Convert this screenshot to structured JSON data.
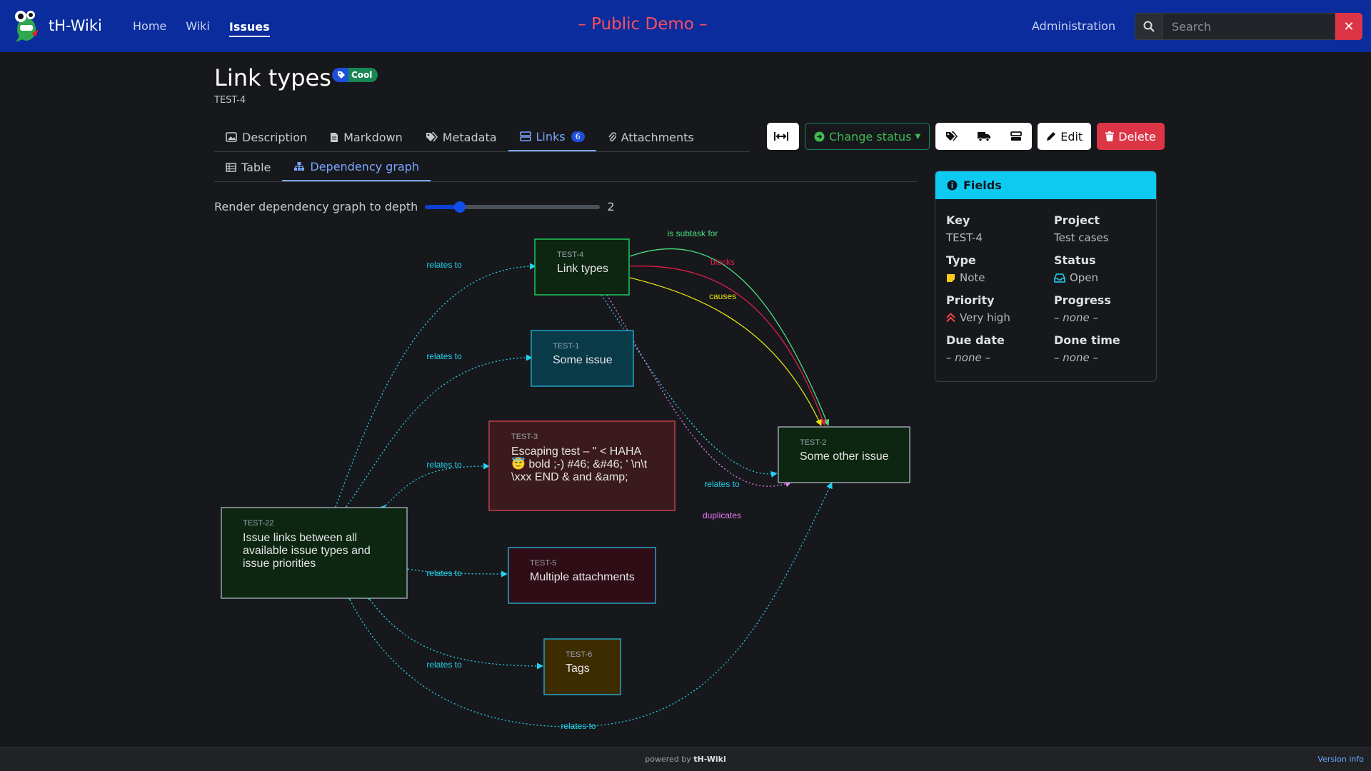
{
  "nav": {
    "brand": "tH-Wiki",
    "links": [
      "Home",
      "Wiki",
      "Issues"
    ],
    "banner": "– Public Demo –",
    "admin": "Administration",
    "search_placeholder": "Search"
  },
  "issue": {
    "title": "Link types",
    "tag": "Cool",
    "key": "TEST-4"
  },
  "tabs": [
    {
      "label": "Description",
      "icon": "image-icon"
    },
    {
      "label": "Markdown",
      "icon": "file-icon"
    },
    {
      "label": "Metadata",
      "icon": "tags-icon"
    },
    {
      "label": "Links",
      "icon": "links-icon",
      "count": "6"
    },
    {
      "label": "Attachments",
      "icon": "paperclip-icon"
    }
  ],
  "subtabs": [
    {
      "label": "Table",
      "icon": "table-icon"
    },
    {
      "label": "Dependency graph",
      "icon": "sitemap-icon"
    }
  ],
  "toolbar": {
    "change_status": "Change status",
    "edit": "Edit",
    "delete": "Delete"
  },
  "depth": {
    "label": "Render dependency graph to depth",
    "value": "2",
    "fraction": 0.2
  },
  "graph": {
    "nodes": [
      {
        "key": "TEST-4",
        "lines": [
          "Link types"
        ]
      },
      {
        "key": "TEST-1",
        "lines": [
          "Some issue"
        ]
      },
      {
        "key": "TEST-3",
        "lines": [
          "Escaping test – \" < HAHA",
          "😇 bold ;-) #46; &#46; ' \\n\\t",
          "\\xxx END & and &amp;"
        ]
      },
      {
        "key": "TEST-2",
        "lines": [
          "Some other issue"
        ]
      },
      {
        "key": "TEST-22",
        "lines": [
          "Issue links between all",
          "available issue types and",
          "issue priorities"
        ]
      },
      {
        "key": "TEST-5",
        "lines": [
          "Multiple attachments"
        ]
      },
      {
        "key": "TEST-6",
        "lines": [
          "Tags"
        ]
      }
    ],
    "edge_labels": [
      "is subtask for",
      "blocks",
      "causes",
      "relates to",
      "relates to",
      "relates to",
      "relates to",
      "relates to",
      "relates to",
      "duplicates",
      "relates to"
    ],
    "colors": {
      "relates": "#22d3ee",
      "subtask": "#4ade80",
      "blocks": "#e11d48",
      "causes": "#e5e510",
      "duplicates": "#e879f9"
    }
  },
  "fields": {
    "title": "Fields",
    "items": [
      {
        "label": "Key",
        "value": "TEST-4"
      },
      {
        "label": "Project",
        "value": "Test cases"
      },
      {
        "label": "Type",
        "value": "Note"
      },
      {
        "label": "Status",
        "value": "Open"
      },
      {
        "label": "Priority",
        "value": "Very high"
      },
      {
        "label": "Progress",
        "value": "– none –"
      },
      {
        "label": "Due date",
        "value": "– none –"
      },
      {
        "label": "Done time",
        "value": "– none –"
      }
    ]
  },
  "footer": {
    "powered": "powered by",
    "brand": "tH-Wiki",
    "version": "Version info"
  }
}
